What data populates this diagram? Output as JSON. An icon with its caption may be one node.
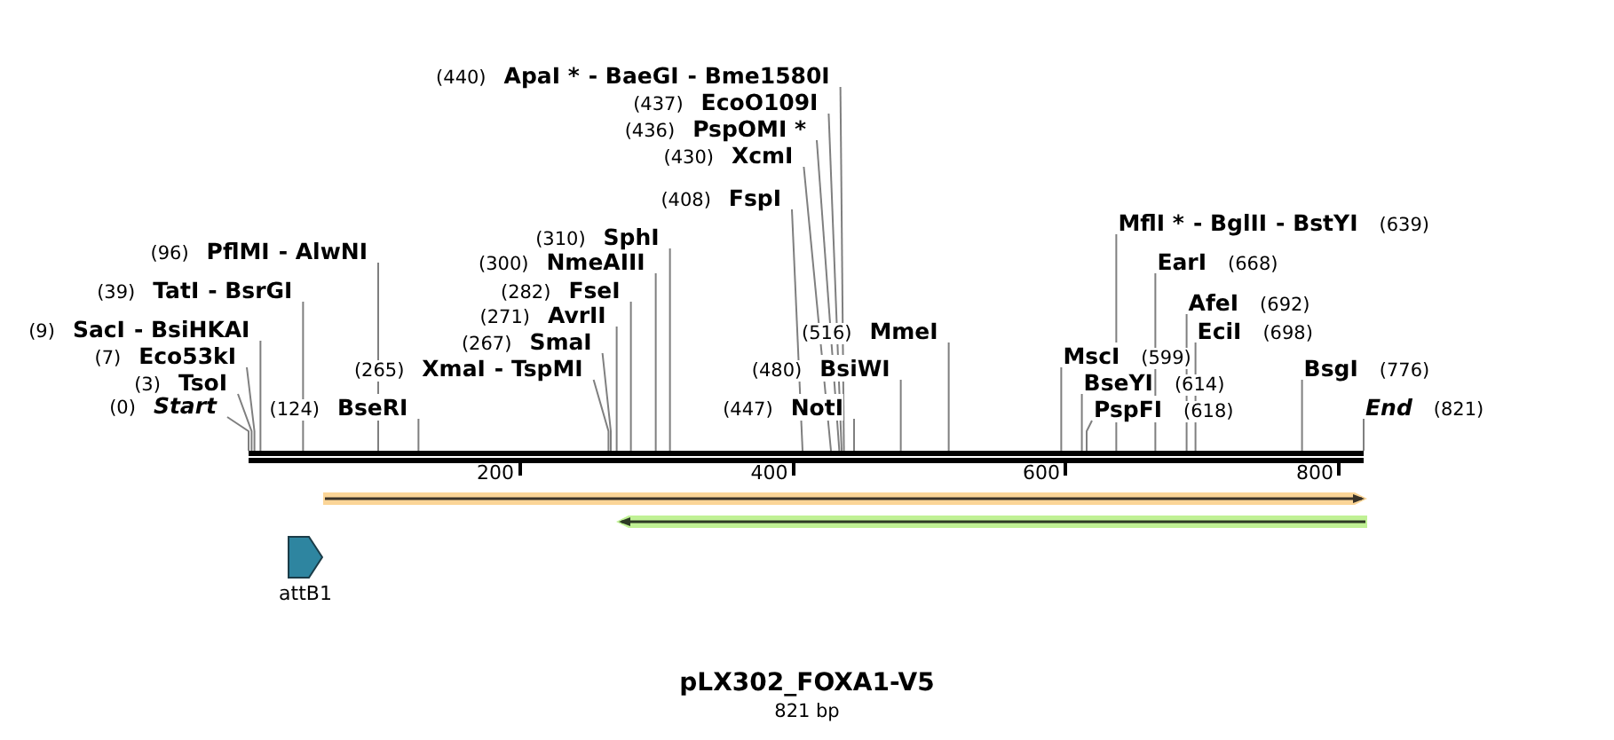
{
  "diagram": {
    "title": "pLX302_FOXA1-V5",
    "caption": "821 bp",
    "nodes": [
      {
        "text": [
          "(0)",
          "Start"
        ]
      },
      {
        "text": [
          "(3)",
          "TsoI"
        ]
      },
      {
        "text": [
          "(7)",
          "Eco53kI"
        ]
      },
      {
        "text": [
          "(9)",
          "SacI",
          "- BsiHKAI"
        ]
      },
      {
        "text": [
          "(39)",
          "TatI",
          "- BsrGI"
        ]
      },
      {
        "text": [
          "(96)",
          "PflMI",
          "- AlwNI"
        ]
      },
      {
        "text": [
          "(124)",
          "BseRI"
        ]
      },
      {
        "text": [
          "(265)",
          "XmaI",
          "- TspMI"
        ]
      },
      {
        "text": [
          "(267)",
          "SmaI"
        ]
      },
      {
        "text": [
          "(271)",
          "AvrII"
        ]
      },
      {
        "text": [
          "(282)",
          "FseI"
        ]
      },
      {
        "text": [
          "(300)",
          "NmeAIII"
        ]
      },
      {
        "text": [
          "(310)",
          "SphI"
        ]
      },
      {
        "text": [
          "(408)",
          "FspI"
        ]
      },
      {
        "text": [
          "(430)",
          "XcmI"
        ]
      },
      {
        "text": [
          "(436)",
          "PspOMI *"
        ]
      },
      {
        "text": [
          "(437)",
          "EcoO109I"
        ]
      },
      {
        "text": [
          "(440)",
          "ApaI *",
          "- BaeGI",
          "- Bme1580I"
        ]
      },
      {
        "text": [
          "(447)",
          "NotI"
        ]
      },
      {
        "text": [
          "(480)",
          "BsiWI"
        ]
      },
      {
        "text": [
          "(516)",
          "MmeI"
        ]
      },
      {
        "text": [
          "MscI",
          "(599)"
        ]
      },
      {
        "text": [
          "BseYI",
          "(614)"
        ]
      },
      {
        "text": [
          "PspFI",
          "(618)"
        ]
      },
      {
        "text": [
          "MflI *",
          "- BglII",
          "- BstYI",
          "(639)"
        ]
      },
      {
        "text": [
          "EarI",
          "(668)"
        ]
      },
      {
        "text": [
          "AfeI",
          "(692)"
        ]
      },
      {
        "text": [
          "EciI",
          "(698)"
        ]
      },
      {
        "text": [
          "BsgI",
          "(776)"
        ]
      },
      {
        "text": [
          "End",
          "(821)"
        ]
      },
      {
        "text": [],
        "shape": "bar"
      },
      {
        "text": [],
        "shape": "arrow"
      },
      {
        "text": [],
        "shape": "arrow"
      },
      {
        "text": [
          "attB1"
        ]
      }
    ],
    "edges": [
      {
        "from": 0,
        "to": 30,
        "arrow": "none"
      },
      {
        "from": 1,
        "to": 30,
        "arrow": "none"
      },
      {
        "from": 2,
        "to": 30,
        "arrow": "none"
      },
      {
        "from": 3,
        "to": 30,
        "arrow": "none"
      },
      {
        "from": 4,
        "to": 30,
        "arrow": "none"
      },
      {
        "from": 5,
        "to": 30,
        "arrow": "none"
      },
      {
        "from": 6,
        "to": 30,
        "arrow": "none"
      },
      {
        "from": 7,
        "to": 30,
        "arrow": "none"
      },
      {
        "from": 8,
        "to": 30,
        "arrow": "none"
      },
      {
        "from": 9,
        "to": 30,
        "arrow": "none"
      },
      {
        "from": 10,
        "to": 30,
        "arrow": "none"
      },
      {
        "from": 11,
        "to": 30,
        "arrow": "none"
      },
      {
        "from": 12,
        "to": 30,
        "arrow": "none"
      },
      {
        "from": 13,
        "to": 30,
        "arrow": "none"
      },
      {
        "from": 14,
        "to": 30,
        "arrow": "none"
      },
      {
        "from": 15,
        "to": 30,
        "arrow": "none"
      },
      {
        "from": 16,
        "to": 30,
        "arrow": "none"
      },
      {
        "from": 17,
        "to": 30,
        "arrow": "none"
      },
      {
        "from": 18,
        "to": 30,
        "arrow": "none"
      },
      {
        "from": 19,
        "to": 30,
        "arrow": "none"
      },
      {
        "from": 20,
        "to": 30,
        "arrow": "none"
      },
      {
        "from": 21,
        "to": 30,
        "arrow": "none"
      },
      {
        "from": 22,
        "to": 30,
        "arrow": "none"
      },
      {
        "from": 23,
        "to": 30,
        "arrow": "none"
      },
      {
        "from": 24,
        "to": 30,
        "arrow": "none"
      },
      {
        "from": 25,
        "to": 30,
        "arrow": "none"
      },
      {
        "from": 26,
        "to": 30,
        "arrow": "none"
      },
      {
        "from": 27,
        "to": 30,
        "arrow": "none"
      },
      {
        "from": 28,
        "to": 30,
        "arrow": "none"
      },
      {
        "from": 29,
        "to": 30,
        "arrow": "none"
      }
    ],
    "labels": [
      "200",
      "400",
      "600",
      "800"
    ]
  }
}
